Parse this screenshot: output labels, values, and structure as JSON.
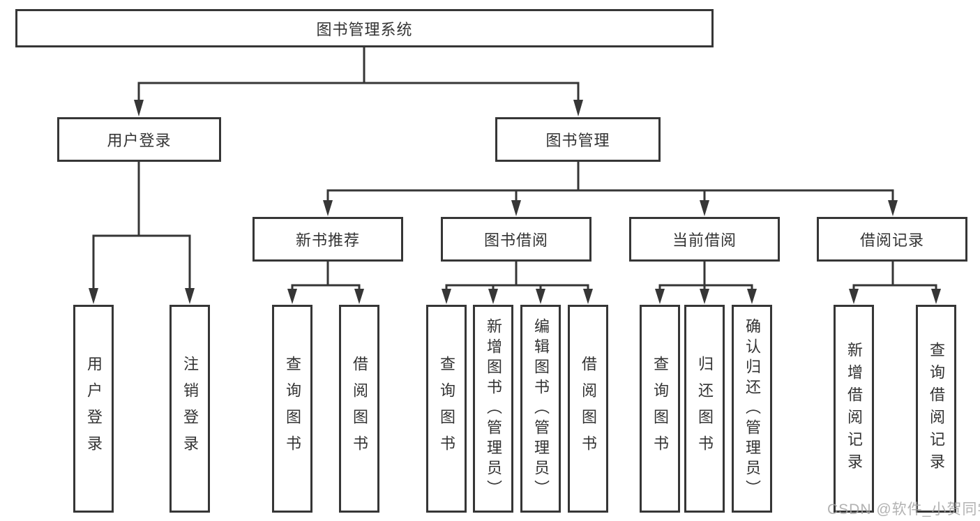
{
  "diagram": {
    "tree": {
      "root": {
        "label": "图书管理系统"
      },
      "children": [
        {
          "label": "用户登录",
          "children": [
            {
              "label": "用户登录"
            },
            {
              "label": "注销登录"
            }
          ]
        },
        {
          "label": "图书管理",
          "children": [
            {
              "label": "新书推荐",
              "children": [
                {
                  "label": "查询图书"
                },
                {
                  "label": "借阅图书"
                }
              ]
            },
            {
              "label": "图书借阅",
              "children": [
                {
                  "label": "查询图书"
                },
                {
                  "label": "新增图书（管理员）"
                },
                {
                  "label": "编辑图书（管理员）"
                },
                {
                  "label": "借阅图书"
                }
              ]
            },
            {
              "label": "当前借阅",
              "children": [
                {
                  "label": "查询图书"
                },
                {
                  "label": "归还图书"
                },
                {
                  "label": "确认归还（管理员）"
                }
              ]
            },
            {
              "label": "借阅记录",
              "children": [
                {
                  "label": "新增借阅记录"
                },
                {
                  "label": "查询借阅记录"
                }
              ]
            }
          ]
        }
      ]
    },
    "colors": {
      "line": "#363636",
      "text": "#333333",
      "background": "#ffffff",
      "watermark": "#a4a4a4"
    }
  },
  "watermark": "CSDN @软件_小贺同学"
}
